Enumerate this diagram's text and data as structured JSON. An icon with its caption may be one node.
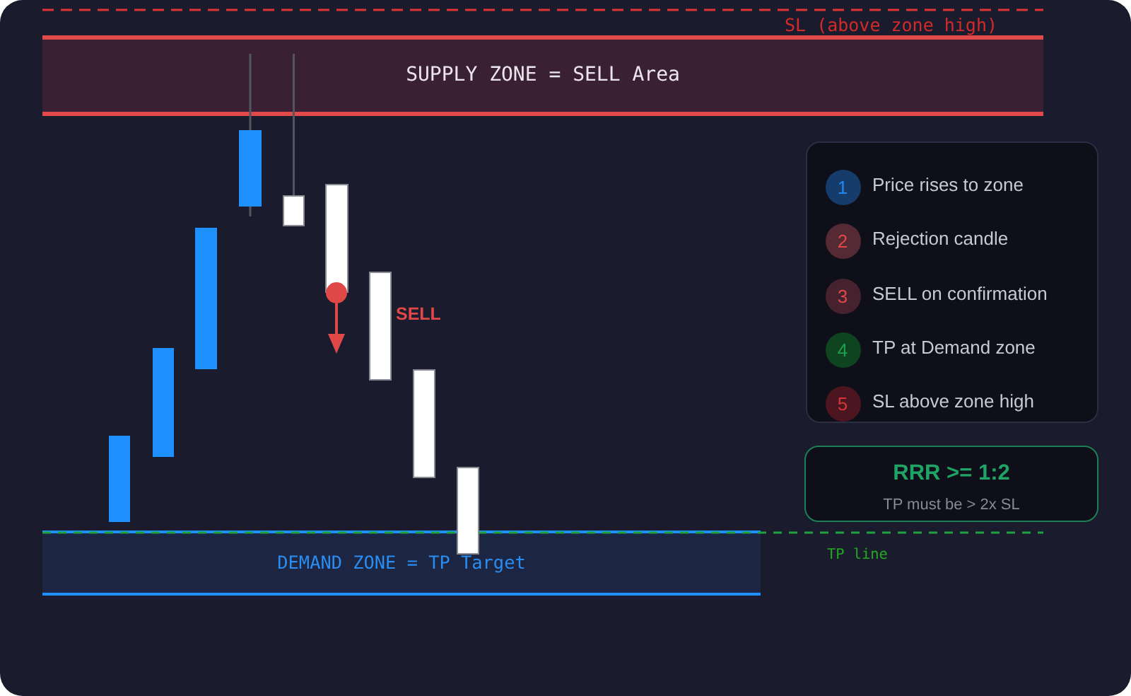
{
  "diagram": {
    "nodes": [
      {
        "text": [
          "SUPPLY ZONE = SELL Area"
        ]
      },
      {
        "text": [],
        "shape": "box"
      },
      {
        "text": [
          "1"
        ],
        "beside": [
          "Price rises to zone"
        ],
        "in": 1
      },
      {
        "text": [
          "2"
        ],
        "beside": [
          "Rejection candle"
        ],
        "in": 1
      },
      {
        "text": [
          "3"
        ],
        "beside": [
          "SELL on confirmation"
        ],
        "in": 1
      },
      {
        "text": [
          "4"
        ],
        "beside": [
          "TP at Demand zone"
        ],
        "in": 1
      },
      {
        "text": [
          "5"
        ],
        "beside": [
          "SL above zone high"
        ],
        "in": 1
      },
      {
        "text": [
          "RRR >= 1:2",
          "TP must be > 2x SL"
        ]
      },
      {
        "text": [
          "DEMAND ZONE = TP Target"
        ]
      }
    ],
    "labels": [
      "SL (above zone high)",
      "SELL",
      "TP line"
    ]
  }
}
